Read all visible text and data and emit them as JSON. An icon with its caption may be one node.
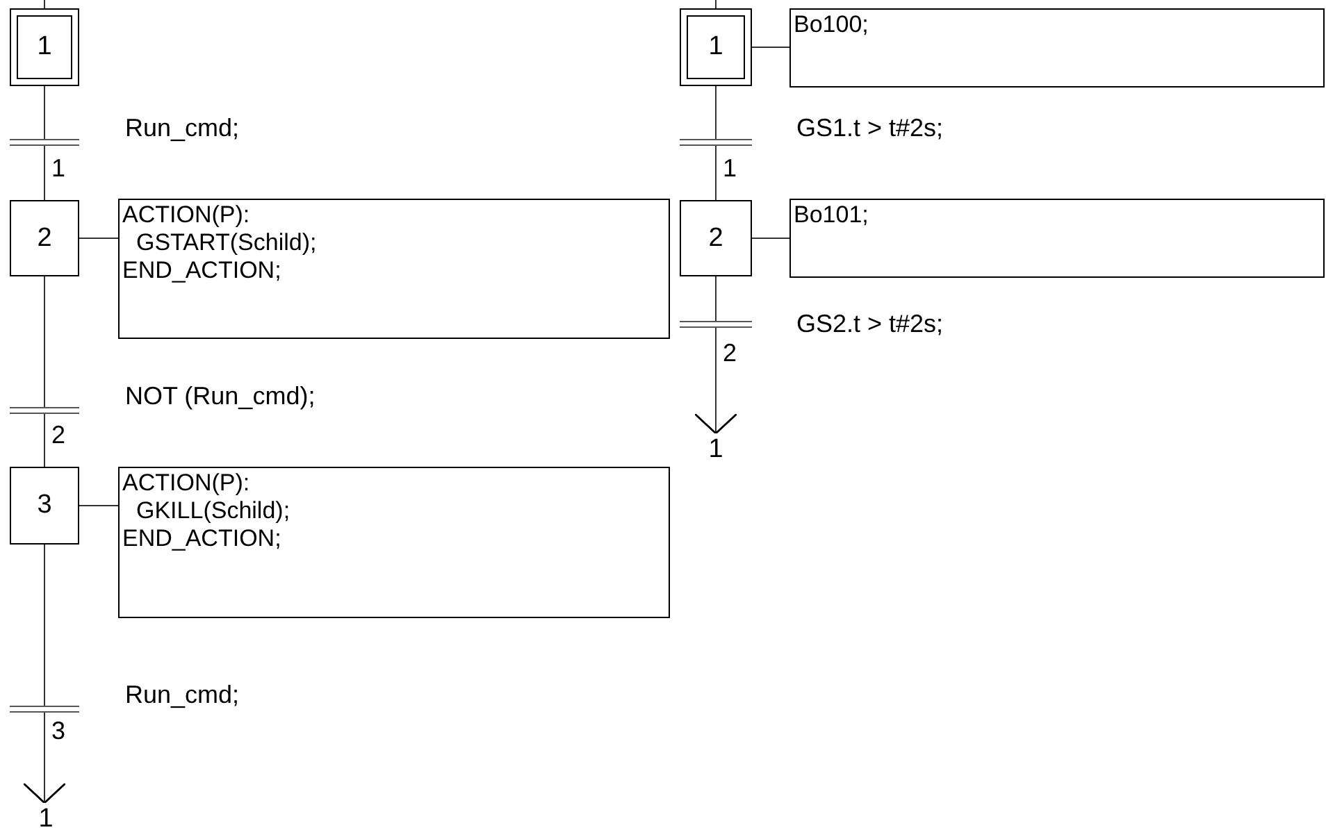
{
  "diagram": {
    "nodes": [
      {
        "text": [
          "1"
        ]
      },
      {
        "text": [],
        "shape": "bar",
        "beside": [
          "Run_cmd;",
          "1"
        ]
      },
      {
        "text": [
          "2"
        ]
      },
      {
        "text": [
          "ACTION(P):",
          "GSTART(Schild);",
          "END_ACTION;"
        ]
      },
      {
        "text": [],
        "shape": "bar",
        "beside": [
          "NOT (Run_cmd);",
          "2"
        ]
      },
      {
        "text": [
          "3"
        ]
      },
      {
        "text": [
          "ACTION(P):",
          "GKILL(Schild);",
          "END_ACTION;"
        ]
      },
      {
        "text": [],
        "shape": "bar",
        "beside": [
          "Run_cmd;",
          "3"
        ]
      },
      {
        "text": [
          "1"
        ]
      },
      {
        "text": [
          "1"
        ]
      },
      {
        "text": [
          "Bo100;"
        ]
      },
      {
        "text": [],
        "shape": "bar",
        "beside": [
          "GS1.t > t#2s;",
          "1"
        ]
      },
      {
        "text": [
          "2"
        ]
      },
      {
        "text": [
          "Bo101;"
        ]
      },
      {
        "text": [],
        "shape": "bar",
        "beside": [
          "GS2.t > t#2s;",
          "2"
        ]
      },
      {
        "text": [
          "1"
        ]
      }
    ],
    "edges": [
      {
        "from": null,
        "to": 0,
        "arrow": "none"
      },
      {
        "from": 0,
        "to": 1,
        "arrow": "none"
      },
      {
        "from": 1,
        "to": 2,
        "arrow": "none"
      },
      {
        "from": 2,
        "to": 3,
        "arrow": "none"
      },
      {
        "from": 2,
        "to": 4,
        "arrow": "none"
      },
      {
        "from": 4,
        "to": 5,
        "arrow": "none"
      },
      {
        "from": 5,
        "to": 6,
        "arrow": "none"
      },
      {
        "from": 5,
        "to": 7,
        "arrow": "none"
      },
      {
        "from": 7,
        "to": 8,
        "arrow": "to"
      },
      {
        "from": null,
        "to": 9,
        "arrow": "none"
      },
      {
        "from": 9,
        "to": 10,
        "arrow": "none"
      },
      {
        "from": 9,
        "to": 11,
        "arrow": "none"
      },
      {
        "from": 11,
        "to": 12,
        "arrow": "none"
      },
      {
        "from": 12,
        "to": 13,
        "arrow": "none"
      },
      {
        "from": 12,
        "to": 14,
        "arrow": "none"
      },
      {
        "from": 14,
        "to": 15,
        "arrow": "to"
      }
    ]
  }
}
